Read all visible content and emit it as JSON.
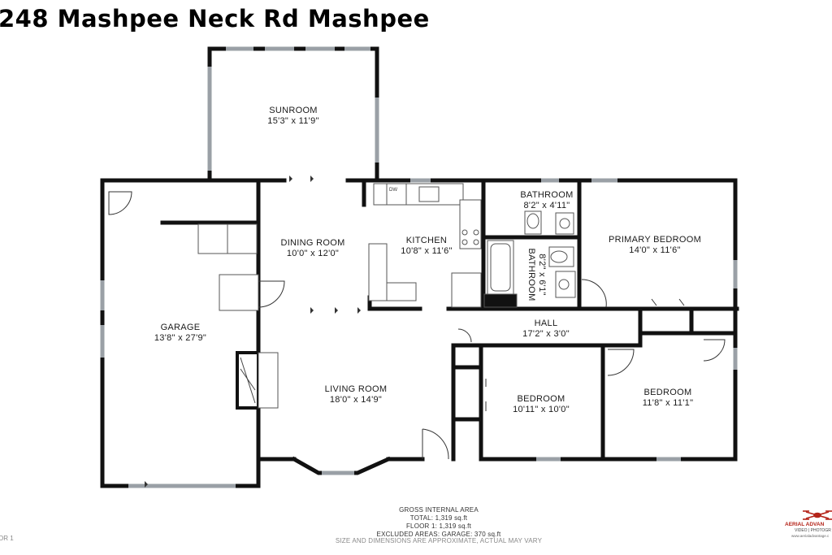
{
  "title": "248 Mashpee Neck Rd Mashpee",
  "rooms": [
    {
      "name": "SUNROOM",
      "size": "15'3\" x 11'9\""
    },
    {
      "name": "DINING ROOM",
      "size": "10'0\" x 12'0\""
    },
    {
      "name": "KITCHEN",
      "size": "10'8\" x 11'6\""
    },
    {
      "name": "BATHROOM",
      "size": "8'2\" x 4'11\""
    },
    {
      "name": "PRIMARY BEDROOM",
      "size": "14'0\" x 11'6\""
    },
    {
      "name": "BATHROOM",
      "size": "8'2\" x 6'1\""
    },
    {
      "name": "GARAGE",
      "size": "13'8\" x 27'9\""
    },
    {
      "name": "HALL",
      "size": "17'2\" x 3'0\""
    },
    {
      "name": "LIVING ROOM",
      "size": "18'0\" x 14'9\""
    },
    {
      "name": "BEDROOM",
      "size": "10'11\" x 10'0\""
    },
    {
      "name": "BEDROOM",
      "size": "11'8\" x 11'1\""
    }
  ],
  "fixture_labels": {
    "dishwasher": "DW"
  },
  "area_summary": [
    "GROSS INTERNAL AREA",
    "TOTAL: 1,319 sq.ft",
    "FLOOR 1: 1,319 sq.ft",
    "EXCLUDED AREAS: GARAGE: 370 sq.ft"
  ],
  "disclaimer": "SIZE AND DIMENSIONS ARE APPROXIMATE, ACTUAL MAY VARY",
  "floor_tag": "OR 1",
  "branding": {
    "name": "AERIAL ADVAN",
    "sub": "VIDEO | PHOTOGR",
    "web": "www.aerialadvantage.c",
    "accent_color": "#b42318",
    "icon": "drone-icon"
  },
  "colors": {
    "wall": "#111111",
    "window": "#9aa0a6",
    "fixture": "#555555"
  }
}
